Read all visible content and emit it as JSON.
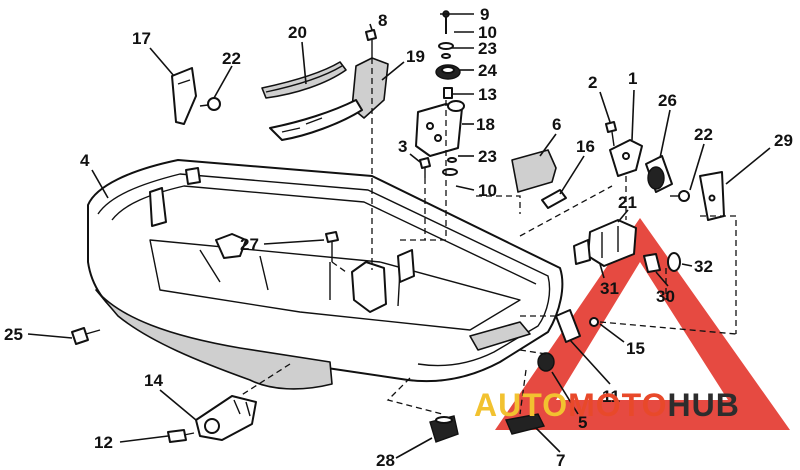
{
  "callouts": [
    {
      "id": "c1",
      "label": "1"
    },
    {
      "id": "c2",
      "label": "2"
    },
    {
      "id": "c3",
      "label": "3"
    },
    {
      "id": "c4",
      "label": "4"
    },
    {
      "id": "c5",
      "label": "5"
    },
    {
      "id": "c6",
      "label": "6"
    },
    {
      "id": "c7",
      "label": "7"
    },
    {
      "id": "c8",
      "label": "8"
    },
    {
      "id": "c9",
      "label": "9"
    },
    {
      "id": "c10a",
      "label": "10"
    },
    {
      "id": "c10b",
      "label": "10"
    },
    {
      "id": "c11",
      "label": "11"
    },
    {
      "id": "c12",
      "label": "12"
    },
    {
      "id": "c13",
      "label": "13"
    },
    {
      "id": "c14",
      "label": "14"
    },
    {
      "id": "c15",
      "label": "15"
    },
    {
      "id": "c16",
      "label": "16"
    },
    {
      "id": "c17",
      "label": "17"
    },
    {
      "id": "c18",
      "label": "18"
    },
    {
      "id": "c19",
      "label": "19"
    },
    {
      "id": "c20",
      "label": "20"
    },
    {
      "id": "c21",
      "label": "21"
    },
    {
      "id": "c22a",
      "label": "22"
    },
    {
      "id": "c22b",
      "label": "22"
    },
    {
      "id": "c23a",
      "label": "23"
    },
    {
      "id": "c23b",
      "label": "23"
    },
    {
      "id": "c24",
      "label": "24"
    },
    {
      "id": "c25",
      "label": "25"
    },
    {
      "id": "c26",
      "label": "26"
    },
    {
      "id": "c27",
      "label": "27"
    },
    {
      "id": "c28",
      "label": "28"
    },
    {
      "id": "c29",
      "label": "29"
    },
    {
      "id": "c30",
      "label": "30"
    },
    {
      "id": "c31",
      "label": "31"
    },
    {
      "id": "c32",
      "label": "32"
    }
  ],
  "watermark": {
    "word_auto": "AUTO",
    "word_moto": "MOTO",
    "word_hub": "HUB",
    "color_auto": "#f2c230",
    "color_moto": "#e8492a",
    "color_hub": "#2d2d2d",
    "triangle_color": "#e3362c"
  }
}
